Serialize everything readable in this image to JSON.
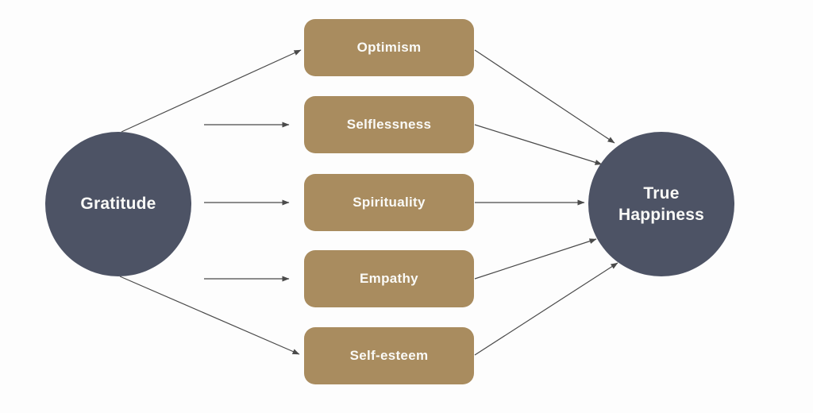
{
  "diagram": {
    "type": "flow",
    "source": {
      "label": "Gratitude"
    },
    "mediators": [
      {
        "label": "Optimism"
      },
      {
        "label": "Selflessness"
      },
      {
        "label": "Spirituality"
      },
      {
        "label": "Empathy"
      },
      {
        "label": "Self-esteem"
      }
    ],
    "outcome": {
      "label": "True Happiness"
    },
    "edges": [
      {
        "from": "Gratitude",
        "to": "Optimism"
      },
      {
        "from": "Gratitude",
        "to": "Selflessness"
      },
      {
        "from": "Gratitude",
        "to": "Spirituality"
      },
      {
        "from": "Gratitude",
        "to": "Empathy"
      },
      {
        "from": "Gratitude",
        "to": "Self-esteem"
      },
      {
        "from": "Optimism",
        "to": "True Happiness"
      },
      {
        "from": "Selflessness",
        "to": "True Happiness"
      },
      {
        "from": "Spirituality",
        "to": "True Happiness"
      },
      {
        "from": "Empathy",
        "to": "True Happiness"
      },
      {
        "from": "Self-esteem",
        "to": "True Happiness"
      }
    ],
    "colors": {
      "circle_fill": "#4d5365",
      "box_fill": "#a98c5f",
      "label_text": "#fafaf7",
      "arrow": "#4a4a4a",
      "background": "#fdfdfd"
    }
  }
}
